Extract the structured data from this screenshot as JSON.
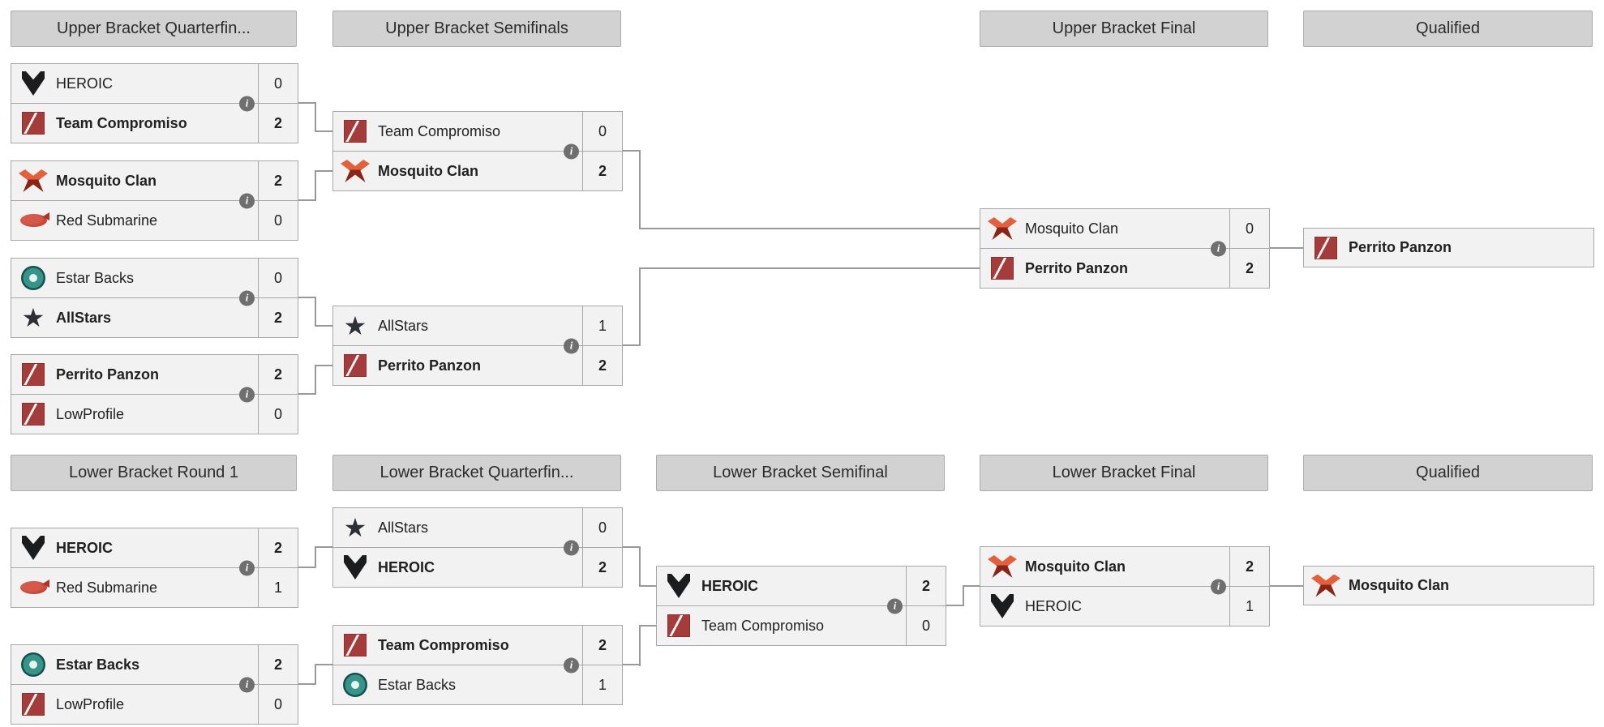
{
  "colors": {
    "header_bg": "#d2d2d2",
    "row_bg": "#f2f2f2",
    "border": "#a7a7a7",
    "connector_line": "#999999",
    "info_icon_bg": "#6f6f6f",
    "dota_red": "#a33c3a",
    "mosquito_orange": "#e2603c",
    "estar_teal": "#35958a"
  },
  "icons": {
    "info_glyph": "i"
  },
  "headers": {
    "ub_qf": "Upper Bracket Quarterfin...",
    "ub_sf": "Upper Bracket Semifinals",
    "ub_final": "Upper Bracket Final",
    "qualified_upper": "Qualified",
    "lb_r1": "Lower Bracket Round 1",
    "lb_qf": "Lower Bracket Quarterfin...",
    "lb_sf": "Lower Bracket Semifinal",
    "lb_final": "Lower Bracket Final",
    "qualified_lower": "Qualified"
  },
  "matches": {
    "ub_qf_1": {
      "top": {
        "name": "HEROIC",
        "icon": "heroic",
        "score": "0",
        "winner": false
      },
      "bottom": {
        "name": "Team Compromiso",
        "icon": "dota",
        "score": "2",
        "winner": true
      }
    },
    "ub_qf_2": {
      "top": {
        "name": "Mosquito Clan",
        "icon": "mosquito",
        "score": "2",
        "winner": true
      },
      "bottom": {
        "name": "Red Submarine",
        "icon": "submarine",
        "score": "0",
        "winner": false
      }
    },
    "ub_qf_3": {
      "top": {
        "name": "Estar Backs",
        "icon": "estar",
        "score": "0",
        "winner": false
      },
      "bottom": {
        "name": "AllStars",
        "icon": "allstars",
        "score": "2",
        "winner": true
      }
    },
    "ub_qf_4": {
      "top": {
        "name": "Perrito Panzon",
        "icon": "dota",
        "score": "2",
        "winner": true
      },
      "bottom": {
        "name": "LowProfile",
        "icon": "dota",
        "score": "0",
        "winner": false
      }
    },
    "ub_sf_1": {
      "top": {
        "name": "Team Compromiso",
        "icon": "dota",
        "score": "0",
        "winner": false
      },
      "bottom": {
        "name": "Mosquito Clan",
        "icon": "mosquito",
        "score": "2",
        "winner": true
      }
    },
    "ub_sf_2": {
      "top": {
        "name": "AllStars",
        "icon": "allstars",
        "score": "1",
        "winner": false
      },
      "bottom": {
        "name": "Perrito Panzon",
        "icon": "dota",
        "score": "2",
        "winner": true
      }
    },
    "ub_final": {
      "top": {
        "name": "Mosquito Clan",
        "icon": "mosquito",
        "score": "0",
        "winner": false
      },
      "bottom": {
        "name": "Perrito Panzon",
        "icon": "dota",
        "score": "2",
        "winner": true
      }
    },
    "lb_r1_1": {
      "top": {
        "name": "HEROIC",
        "icon": "heroic",
        "score": "2",
        "winner": true
      },
      "bottom": {
        "name": "Red Submarine",
        "icon": "submarine",
        "score": "1",
        "winner": false
      }
    },
    "lb_r1_2": {
      "top": {
        "name": "Estar Backs",
        "icon": "estar",
        "score": "2",
        "winner": true
      },
      "bottom": {
        "name": "LowProfile",
        "icon": "dota",
        "score": "0",
        "winner": false
      }
    },
    "lb_qf_1": {
      "top": {
        "name": "AllStars",
        "icon": "allstars",
        "score": "0",
        "winner": false
      },
      "bottom": {
        "name": "HEROIC",
        "icon": "heroic",
        "score": "2",
        "winner": true
      }
    },
    "lb_qf_2": {
      "top": {
        "name": "Team Compromiso",
        "icon": "dota",
        "score": "2",
        "winner": true
      },
      "bottom": {
        "name": "Estar Backs",
        "icon": "estar",
        "score": "1",
        "winner": false
      }
    },
    "lb_sf": {
      "top": {
        "name": "HEROIC",
        "icon": "heroic",
        "score": "2",
        "winner": true
      },
      "bottom": {
        "name": "Team Compromiso",
        "icon": "dota",
        "score": "0",
        "winner": false
      }
    },
    "lb_final": {
      "top": {
        "name": "Mosquito Clan",
        "icon": "mosquito",
        "score": "2",
        "winner": true
      },
      "bottom": {
        "name": "HEROIC",
        "icon": "heroic",
        "score": "1",
        "winner": false
      }
    }
  },
  "qualified": {
    "upper": {
      "name": "Perrito Panzon",
      "icon": "dota",
      "winner": true
    },
    "lower": {
      "name": "Mosquito Clan",
      "icon": "mosquito",
      "winner": true
    }
  }
}
